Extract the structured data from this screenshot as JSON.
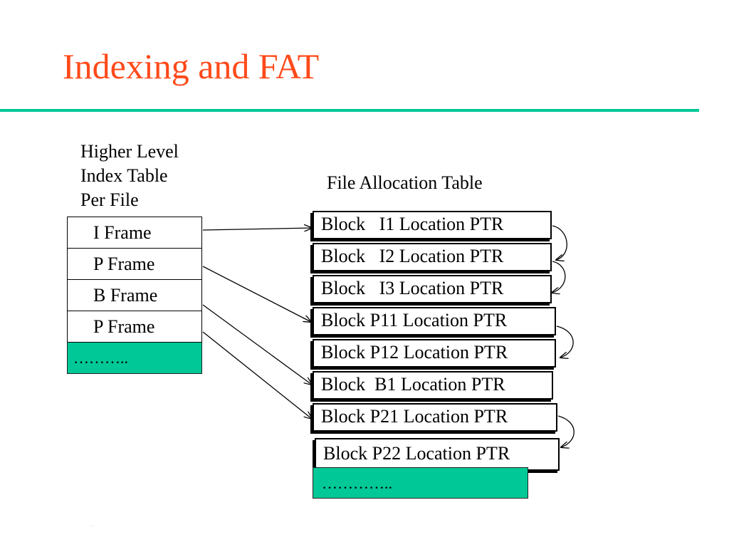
{
  "title": "Indexing and FAT",
  "index_caption": [
    "Higher Level",
    "Index Table",
    "Per File"
  ],
  "fat_caption": "File Allocation Table",
  "index_rows": [
    "I Frame",
    "P Frame",
    "B Frame",
    "P Frame"
  ],
  "index_more": "………..",
  "fat_rows": [
    "Block   I1 Location PTR",
    "Block   I2 Location PTR",
    "Block   I3 Location PTR",
    "Block P11 Location PTR",
    "Block P12 Location PTR",
    "Block  B1 Location PTR",
    "Block P21 Location PTR",
    "Block P22 Location PTR"
  ],
  "fat_more": "…………..",
  "colors": {
    "title": "#ff4a1a",
    "accent": "#00c896"
  }
}
